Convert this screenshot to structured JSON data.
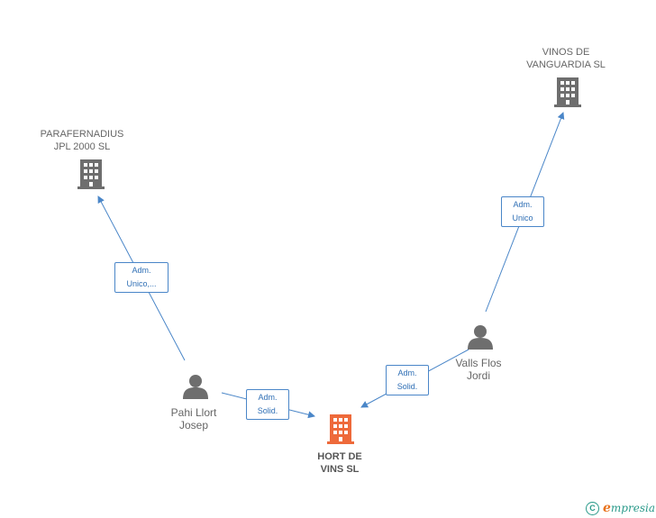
{
  "nodes": {
    "parafernadius": {
      "line1": "PARAFERNADIUS",
      "line2": "JPL 2000 SL",
      "kind": "company",
      "color": "#6e6e6e"
    },
    "vinos": {
      "line1": "VINOS DE",
      "line2": "VANGUARDIA SL",
      "kind": "company",
      "color": "#6e6e6e"
    },
    "hort": {
      "line1": "HORT DE",
      "line2": "VINS SL",
      "kind": "company-main",
      "color": "#ee6a3b"
    },
    "pahi": {
      "line1": "Pahi Llort",
      "line2": "Josep",
      "kind": "person",
      "color": "#6e6e6e"
    },
    "valls": {
      "line1": "Valls Flos",
      "line2": "Jordi",
      "kind": "person",
      "color": "#6e6e6e"
    }
  },
  "edges": {
    "pahi_parafernadius": {
      "line1": "Adm.",
      "line2": "Unico,..."
    },
    "pahi_hort": {
      "line1": "Adm.",
      "line2": "Solid."
    },
    "valls_hort": {
      "line1": "Adm.",
      "line2": "Solid."
    },
    "valls_vinos": {
      "line1": "Adm.",
      "line2": "Unico"
    }
  },
  "footer": {
    "copyright_symbol": "C",
    "brand_first": "e",
    "brand_rest": "mpresia"
  },
  "colors": {
    "edge": "#4a86c8",
    "icon": "#6e6e6e",
    "accent": "#ee6a3b",
    "brand": "#2a9a8a"
  }
}
